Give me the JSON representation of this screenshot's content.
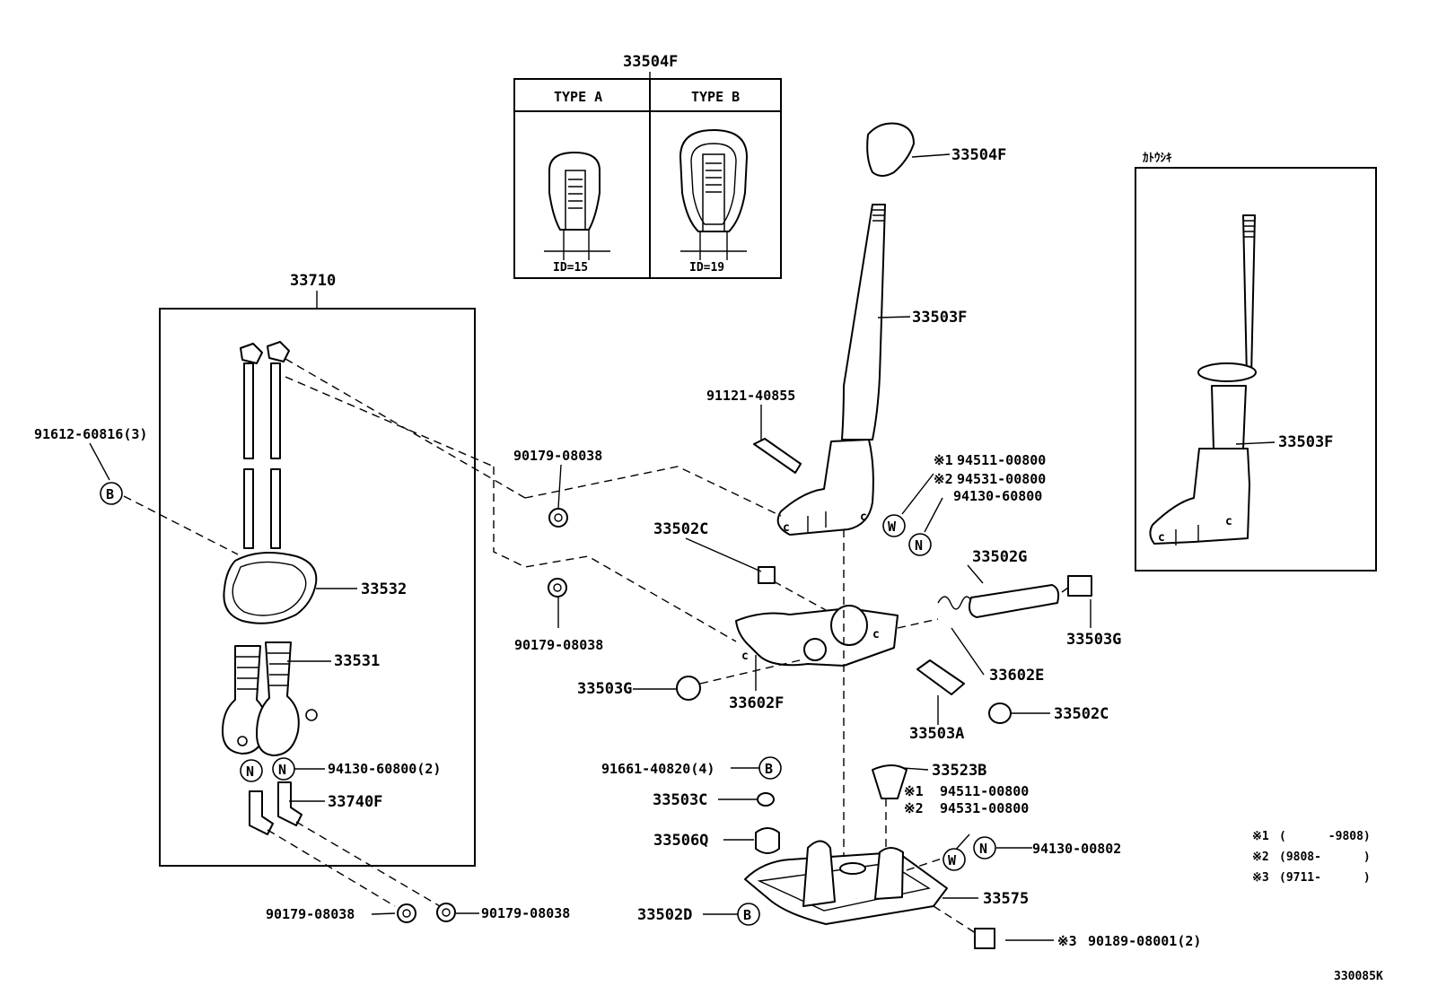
{
  "diagram": {
    "inset_top": {
      "title": "33504F",
      "col_a": "TYPE  A",
      "col_b": "TYPE  B",
      "dim_a": "ID=15",
      "dim_b": "ID=19"
    },
    "inset_right": {
      "title": "ｶﾄｳｼｷ",
      "part": "33503F"
    },
    "assembly_box": {
      "title": "33710"
    },
    "callouts": {
      "p33504F": "33504F",
      "p33503F": "33503F",
      "p91121": "91121-40855",
      "p90179_a": "90179-08038",
      "p90179_b": "90179-08038",
      "p90179_c": "90179-08038",
      "p90179_d": "90179-08038",
      "p91612": "91612-60816(3)",
      "p33532": "33532",
      "p33531": "33531",
      "p94130_2": "94130-60800(2)",
      "p33740F": "33740F",
      "w1_sym": "※1",
      "w1": "94511-00800",
      "w2_sym": "※2",
      "w2": "94531-00800",
      "n1": "94130-60800",
      "p33502C_a": "33502C",
      "p33502G": "33502G",
      "p33503G_a": "33503G",
      "p33503G_b": "33503G",
      "p33602E": "33602E",
      "p33602F": "33602F",
      "p33503A": "33503A",
      "p33502C_b": "33502C",
      "p91661": "91661-40820(4)",
      "p33523B": "33523B",
      "w3_sym": "※1",
      "w3": "94511-00800",
      "w4_sym": "※2",
      "w4": "94531-00800",
      "p33503C": "33503C",
      "p33506Q": "33506Q",
      "n2": "94130-00802",
      "p33502D": "33502D",
      "p33575": "33575",
      "p90189_sym": "※3",
      "p90189": "90189-08001(2)"
    },
    "circle_marks": {
      "b": "B",
      "n": "N",
      "w": "W"
    },
    "notes": [
      {
        "sym": "※1",
        "range": "(      -9808)"
      },
      {
        "sym": "※2",
        "range": "(9808-      )"
      },
      {
        "sym": "※3",
        "range": "(9711-      )"
      }
    ],
    "figure_code": "330085K"
  }
}
